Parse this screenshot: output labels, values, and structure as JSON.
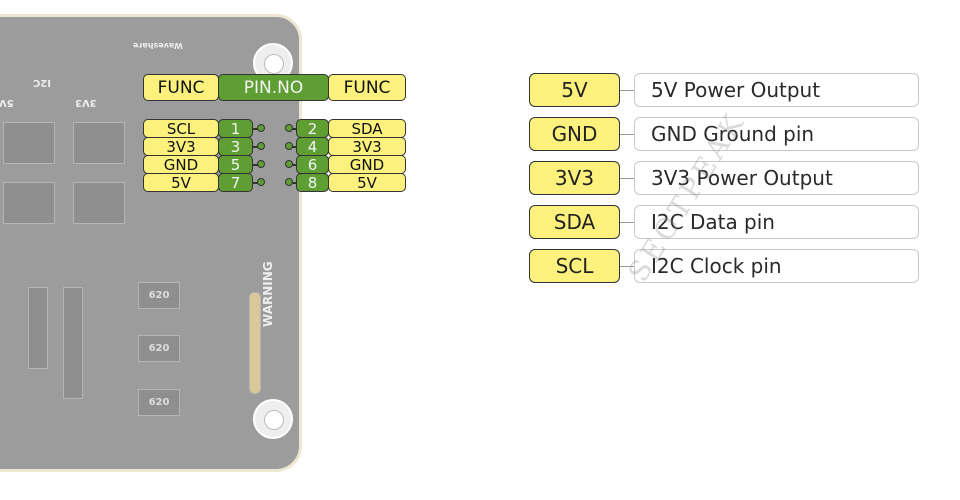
{
  "board": {
    "brand_silk": "Waveshare",
    "silk_labels": [
      "I2C",
      "3V3",
      "5V",
      "WARNING"
    ],
    "component_marks": [
      "620",
      "620",
      "620"
    ],
    "colors": {
      "pcb": "#9c9c9c",
      "edge": "#ece6d2"
    }
  },
  "pinout": {
    "header": {
      "left": "FUNC",
      "center": "PIN.NO",
      "right": "FUNC"
    },
    "rows": [
      {
        "left_func": "SCL",
        "left_pin": "1",
        "right_pin": "2",
        "right_func": "SDA"
      },
      {
        "left_func": "3V3",
        "left_pin": "3",
        "right_pin": "4",
        "right_func": "3V3"
      },
      {
        "left_func": "GND",
        "left_pin": "5",
        "right_pin": "6",
        "right_func": "GND"
      },
      {
        "left_func": "5V",
        "left_pin": "7",
        "right_pin": "8",
        "right_func": "5V"
      }
    ],
    "colors": {
      "func": "#fbf17c",
      "pin": "#5e9e33"
    }
  },
  "legend": [
    {
      "name": "5V",
      "desc": "5V Power Output"
    },
    {
      "name": "GND",
      "desc": "GND Ground pin"
    },
    {
      "name": "3V3",
      "desc": "3V3 Power Output"
    },
    {
      "name": "SDA",
      "desc": "I2C Data pin"
    },
    {
      "name": "SCL",
      "desc": "I2C Clock pin"
    }
  ],
  "watermark": "SEOTPEAK"
}
